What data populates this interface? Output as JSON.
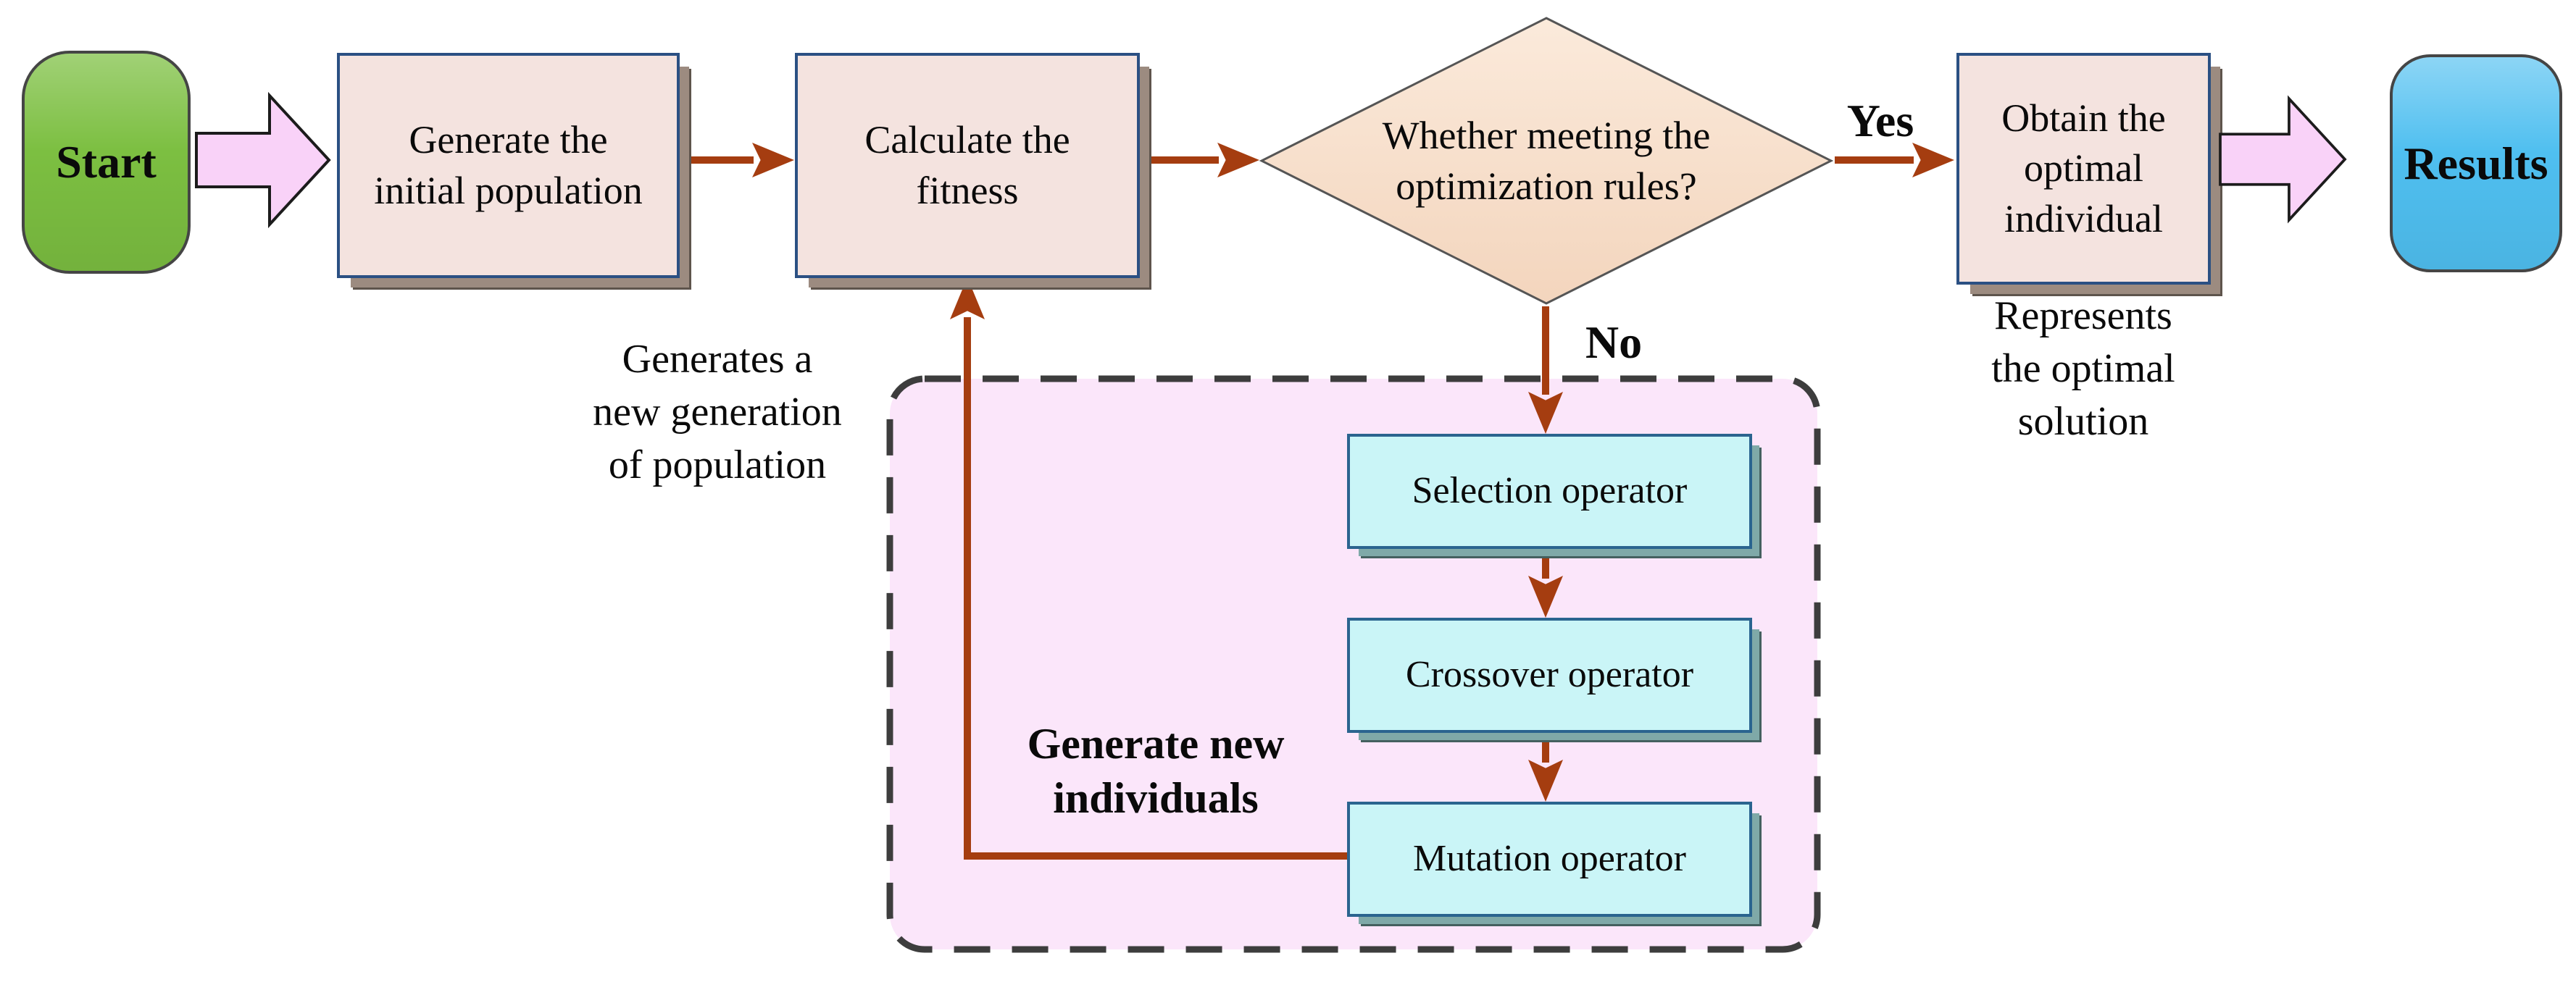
{
  "nodes": {
    "start": "Start",
    "generate_initial": "Generate the\ninitial population",
    "calculate_fitness": "Calculate the\nfitness",
    "decision": "Whether meeting the\noptimization rules?",
    "obtain_optimal": "Obtain the\noptimal\nindividual",
    "results": "Results",
    "selection": "Selection operator",
    "crossover": "Crossover operator",
    "mutation": "Mutation operator"
  },
  "labels": {
    "yes": "Yes",
    "no": "No",
    "group": "Generate new\nindividuals",
    "feedback_note": "Generates a\nnew generation\nof population",
    "result_note": "Represents\nthe optimal\nsolution"
  },
  "colors": {
    "start_fill": "#7CBF41",
    "results_fill": "#4FBFF0",
    "process_fill": "#F4E3DF",
    "process_border": "#2B5083",
    "process_shadow": "#9C8B80",
    "decision_fill": "#F6DECA",
    "operator_fill": "#CAF5F7",
    "operator_border": "#2A648F",
    "operator_shadow": "#7FA9A8",
    "group_fill": "#FBE6FA",
    "block_arrow_fill": "#F9D2F8",
    "connector": "#A53D10"
  }
}
